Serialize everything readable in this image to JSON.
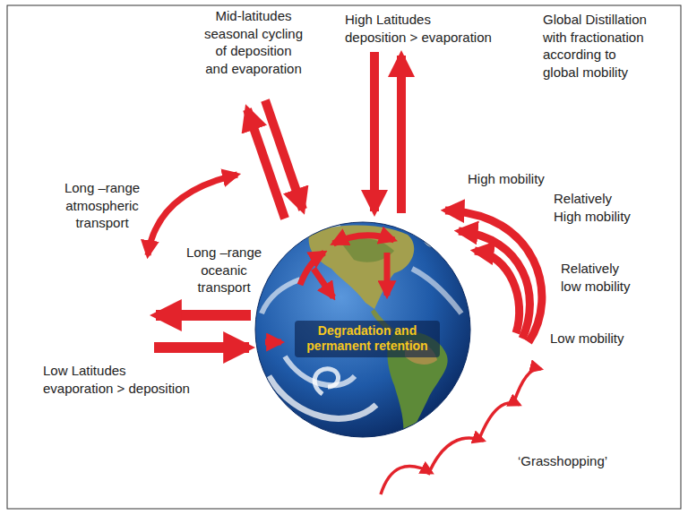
{
  "diagram": {
    "nodes": [
      {
        "text": [
          "Degradation and permanent retention"
        ]
      }
    ],
    "labels": [
      "Mid-latitudes seasonal cycling of deposition and evaporation",
      "High Latitudes deposition > evaporation",
      "Global Distillation with fractionation according to global mobility",
      "Long –range atmospheric transport",
      "High mobility",
      "Relatively High mobility",
      "Long –range oceanic transport",
      "Relatively low mobility",
      "Low Latitudes evaporation > deposition",
      "Low mobility",
      "‘Grasshopping’"
    ]
  }
}
